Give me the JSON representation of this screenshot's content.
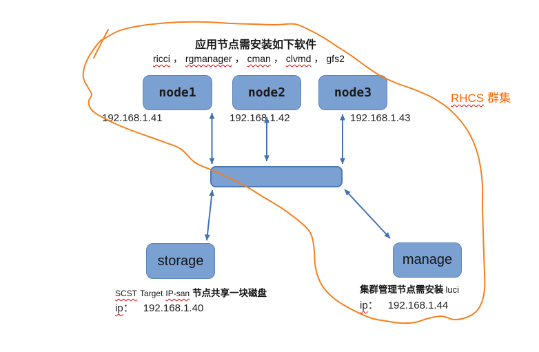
{
  "diagram": {
    "title": "应用节点需安装如下软件",
    "software": {
      "words": [
        "ricci",
        "rgmanager",
        "cman",
        "clvmd",
        "gfs2"
      ],
      "separator": "，"
    },
    "cluster_badge": {
      "latin": "RHCS",
      "cjk": "群集"
    },
    "nodes": [
      {
        "label": "node1",
        "ip": "192.168.1.41"
      },
      {
        "label": "node2",
        "ip": "192.168.1.42"
      },
      {
        "label": "node3",
        "ip": "192.168.1.43"
      }
    ],
    "storage": {
      "label": "storage",
      "caption": {
        "p1": "SCST",
        "p2": "Target",
        "p3": "IP-san",
        "cjk": "节点共享一块磁盘"
      },
      "ip_label": "ip",
      "colon": "：",
      "ip": "192.168.1.40"
    },
    "manage": {
      "label": "manage",
      "caption": {
        "cjk": "集群管理节点需安装",
        "latin": "luci"
      },
      "ip_label": "ip",
      "colon": "：",
      "ip": "192.168.1.44"
    },
    "colors": {
      "box_fill": "#7ba0d2",
      "box_border": "#5b83ba",
      "bus_border": "#4a77b5",
      "arrow": "#4173b4",
      "outline": "#f5801e",
      "cluster_text": "#ff6600"
    }
  }
}
